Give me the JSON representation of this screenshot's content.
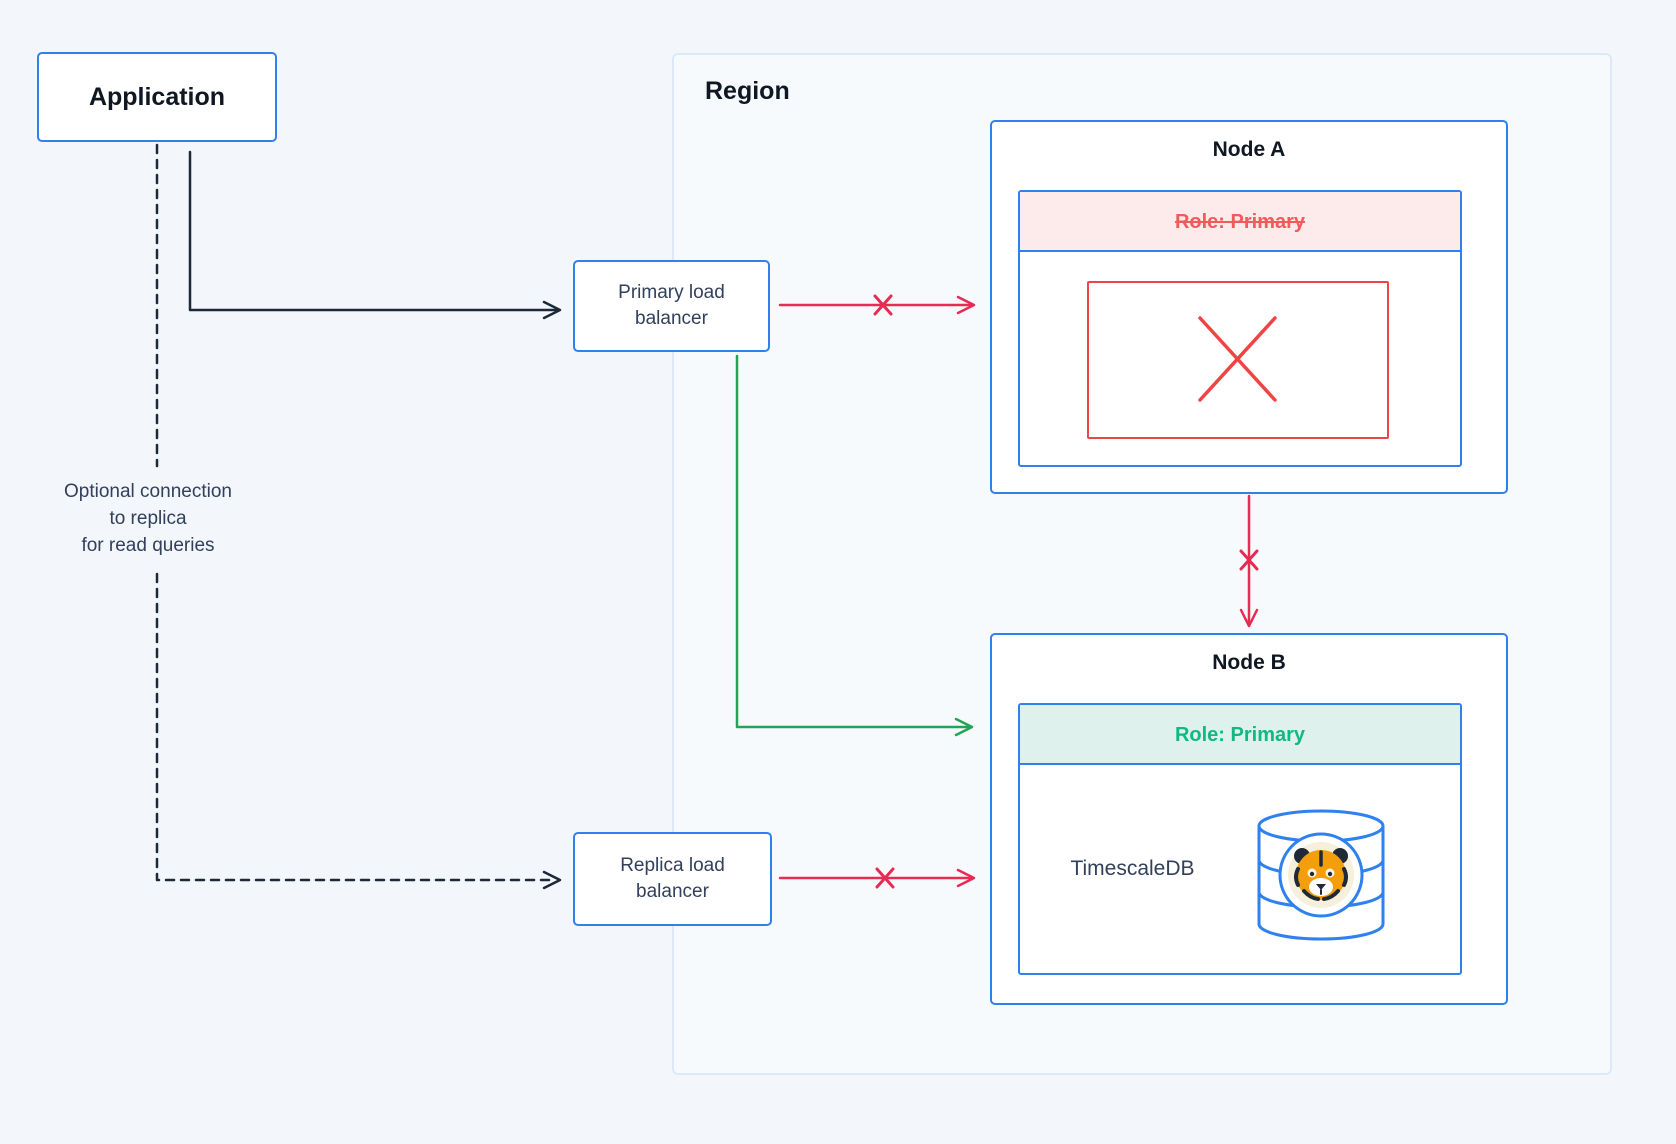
{
  "application": {
    "label": "Application"
  },
  "region": {
    "label": "Region"
  },
  "load_balancers": {
    "primary": {
      "label": "Primary load balancer"
    },
    "replica": {
      "label": "Replica load balancer"
    }
  },
  "annotation": {
    "line1": "Optional connection",
    "line2": "to replica",
    "line3": "for read queries"
  },
  "node_a": {
    "title": "Node A",
    "role_label": "Role: Primary",
    "status": "failed"
  },
  "node_b": {
    "title": "Node B",
    "role_label": "Role: Primary",
    "database_label": "TimescaleDB",
    "status": "active"
  },
  "colors": {
    "page_bg": "#f3f6fa",
    "region_bg": "#f7fafd",
    "region_border": "#dce9f8",
    "box_border_blue": "#2f81f0",
    "arrow_dark": "#1d2939",
    "arrow_red": "#e62c52",
    "arrow_green": "#23a455",
    "failed_header_bg": "#fcebea",
    "failed_text_red": "#f15b5b",
    "failed_x_red": "#ef4444",
    "primary_header_bg": "#def1ec",
    "primary_text_green": "#10b981",
    "tiger_orange": "#f59e0b",
    "tiger_badge_cream": "#f6efd9"
  }
}
